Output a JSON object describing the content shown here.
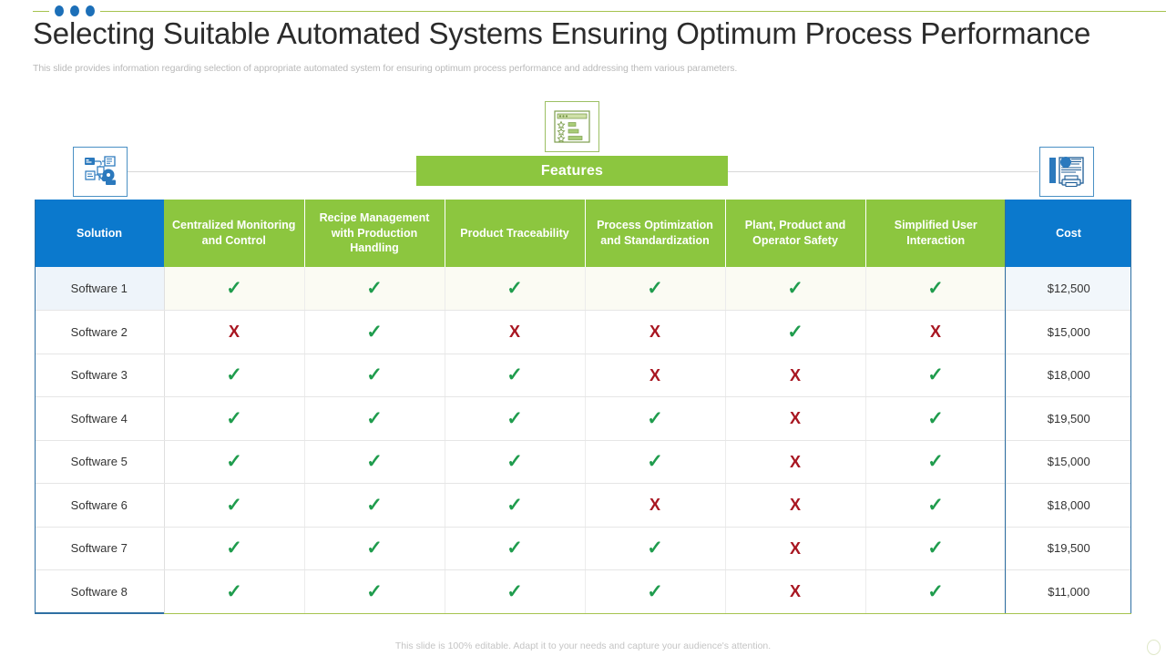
{
  "header": {
    "title": "Selecting Suitable Automated Systems Ensuring Optimum Process Performance",
    "subtitle": "This slide provides information regarding selection of appropriate automated system for ensuring optimum process performance and addressing them various parameters.",
    "dot_color": "#1c6fb8",
    "rule_color": "#a6c34f"
  },
  "banner": {
    "label": "Features",
    "color": "#8cc63f"
  },
  "icons": {
    "left": "puzzle-network-icon",
    "center": "rating-list-icon",
    "right": "invoice-printer-icon"
  },
  "table": {
    "columns": [
      {
        "label": "Solution",
        "kind": "solution",
        "color": "#0b79cd"
      },
      {
        "label": "Centralized Monitoring and Control",
        "kind": "feature",
        "color": "#8cc63f"
      },
      {
        "label": "Recipe Management with Production Handling",
        "kind": "feature",
        "color": "#8cc63f"
      },
      {
        "label": "Product Traceability",
        "kind": "feature",
        "color": "#8cc63f"
      },
      {
        "label": "Process Optimization and Standardization",
        "kind": "feature",
        "color": "#8cc63f"
      },
      {
        "label": "Plant, Product and Operator Safety",
        "kind": "feature",
        "color": "#8cc63f"
      },
      {
        "label": "Simplified User Interaction",
        "kind": "feature",
        "color": "#8cc63f"
      },
      {
        "label": "Cost",
        "kind": "cost",
        "color": "#0b79cd"
      }
    ],
    "yes_glyph": "✓",
    "no_glyph": "✘",
    "yes_color": "#1f9c4d",
    "no_color": "#a81621",
    "rows": [
      {
        "solution": "Software 1",
        "marks": [
          "yes",
          "yes",
          "yes",
          "yes",
          "yes",
          "yes"
        ],
        "cost": "$12,500"
      },
      {
        "solution": "Software 2",
        "marks": [
          "no",
          "yes",
          "no",
          "no",
          "yes",
          "no"
        ],
        "cost": "$15,000"
      },
      {
        "solution": "Software 3",
        "marks": [
          "yes",
          "yes",
          "yes",
          "no",
          "no",
          "yes"
        ],
        "cost": "$18,000"
      },
      {
        "solution": "Software 4",
        "marks": [
          "yes",
          "yes",
          "yes",
          "yes",
          "no",
          "yes"
        ],
        "cost": "$19,500"
      },
      {
        "solution": "Software 5",
        "marks": [
          "yes",
          "yes",
          "yes",
          "yes",
          "no",
          "yes"
        ],
        "cost": "$15,000"
      },
      {
        "solution": "Software 6",
        "marks": [
          "yes",
          "yes",
          "yes",
          "no",
          "no",
          "yes"
        ],
        "cost": "$18,000"
      },
      {
        "solution": "Software 7",
        "marks": [
          "yes",
          "yes",
          "yes",
          "yes",
          "no",
          "yes"
        ],
        "cost": "$19,500"
      },
      {
        "solution": "Software 8",
        "marks": [
          "yes",
          "yes",
          "yes",
          "yes",
          "no",
          "yes"
        ],
        "cost": "$11,000"
      }
    ]
  },
  "footer": {
    "note": "This slide is 100% editable. Adapt it to your needs and capture your audience's attention."
  }
}
